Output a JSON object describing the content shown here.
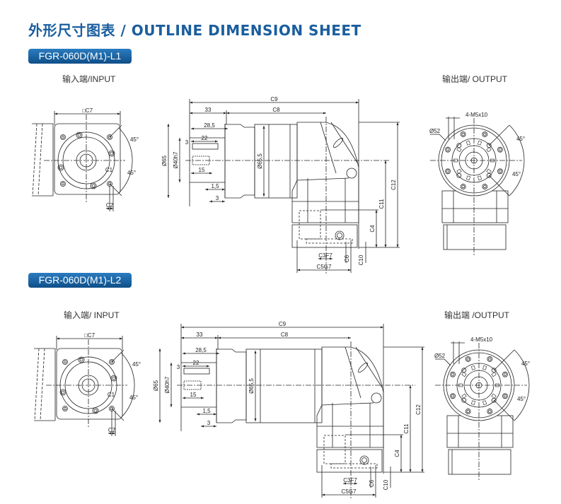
{
  "title": "外形尺寸图表 / OUTLINE DIMENSION SHEET",
  "colors": {
    "title": "#1a5e9e",
    "badge": "#1d6fb0",
    "line": "#222222"
  },
  "sections": [
    {
      "model": "FGR-060D(M1)-L1",
      "input_label": "输入端/INPUT",
      "output_label": "输出端/ OUTPUT",
      "dims": {
        "c9": "C9",
        "d33": "33",
        "c8": "C8",
        "d28_5": "28,5",
        "d3a": "3",
        "d22": "22",
        "d65": "Ø65",
        "d40": "Ø40h7",
        "d65_5": "Ø65,5",
        "d15": "15",
        "d1_5": "1,5",
        "d3b": "3",
        "c12": "C12",
        "c11": "C11",
        "c4": "C4",
        "c3": "C3F7",
        "c5": "C5G7",
        "c6": "C6",
        "c10": "C10",
        "c7": "□C7",
        "c2": "C2",
        "c1": "C1",
        "a45": "45°",
        "m5": "4-M5x10",
        "d52": "Ø52"
      }
    },
    {
      "model": "FGR-060D(M1)-L2",
      "input_label": "输入端/ INPUT",
      "output_label": "输出端 /OUTPUT",
      "dims": {
        "c9": "C9",
        "d33": "33",
        "c8": "C8",
        "d28_5": "28,5",
        "d3a": "3",
        "d22": "22",
        "d65": "Ø65",
        "d40": "Ø40h7",
        "d65_5": "Ø65,5",
        "d15": "15",
        "d1_5": "1,5",
        "d3b": "3",
        "c12": "C12",
        "c11": "C11",
        "c4": "C4",
        "c3": "C3F7",
        "c5": "C5G7",
        "c6": "C6",
        "c10": "C10",
        "c7": "□C7",
        "c2": "C2",
        "c1": "C1",
        "a45": "45°",
        "m5": "4-M5x10",
        "d52": "Ø52"
      }
    }
  ]
}
